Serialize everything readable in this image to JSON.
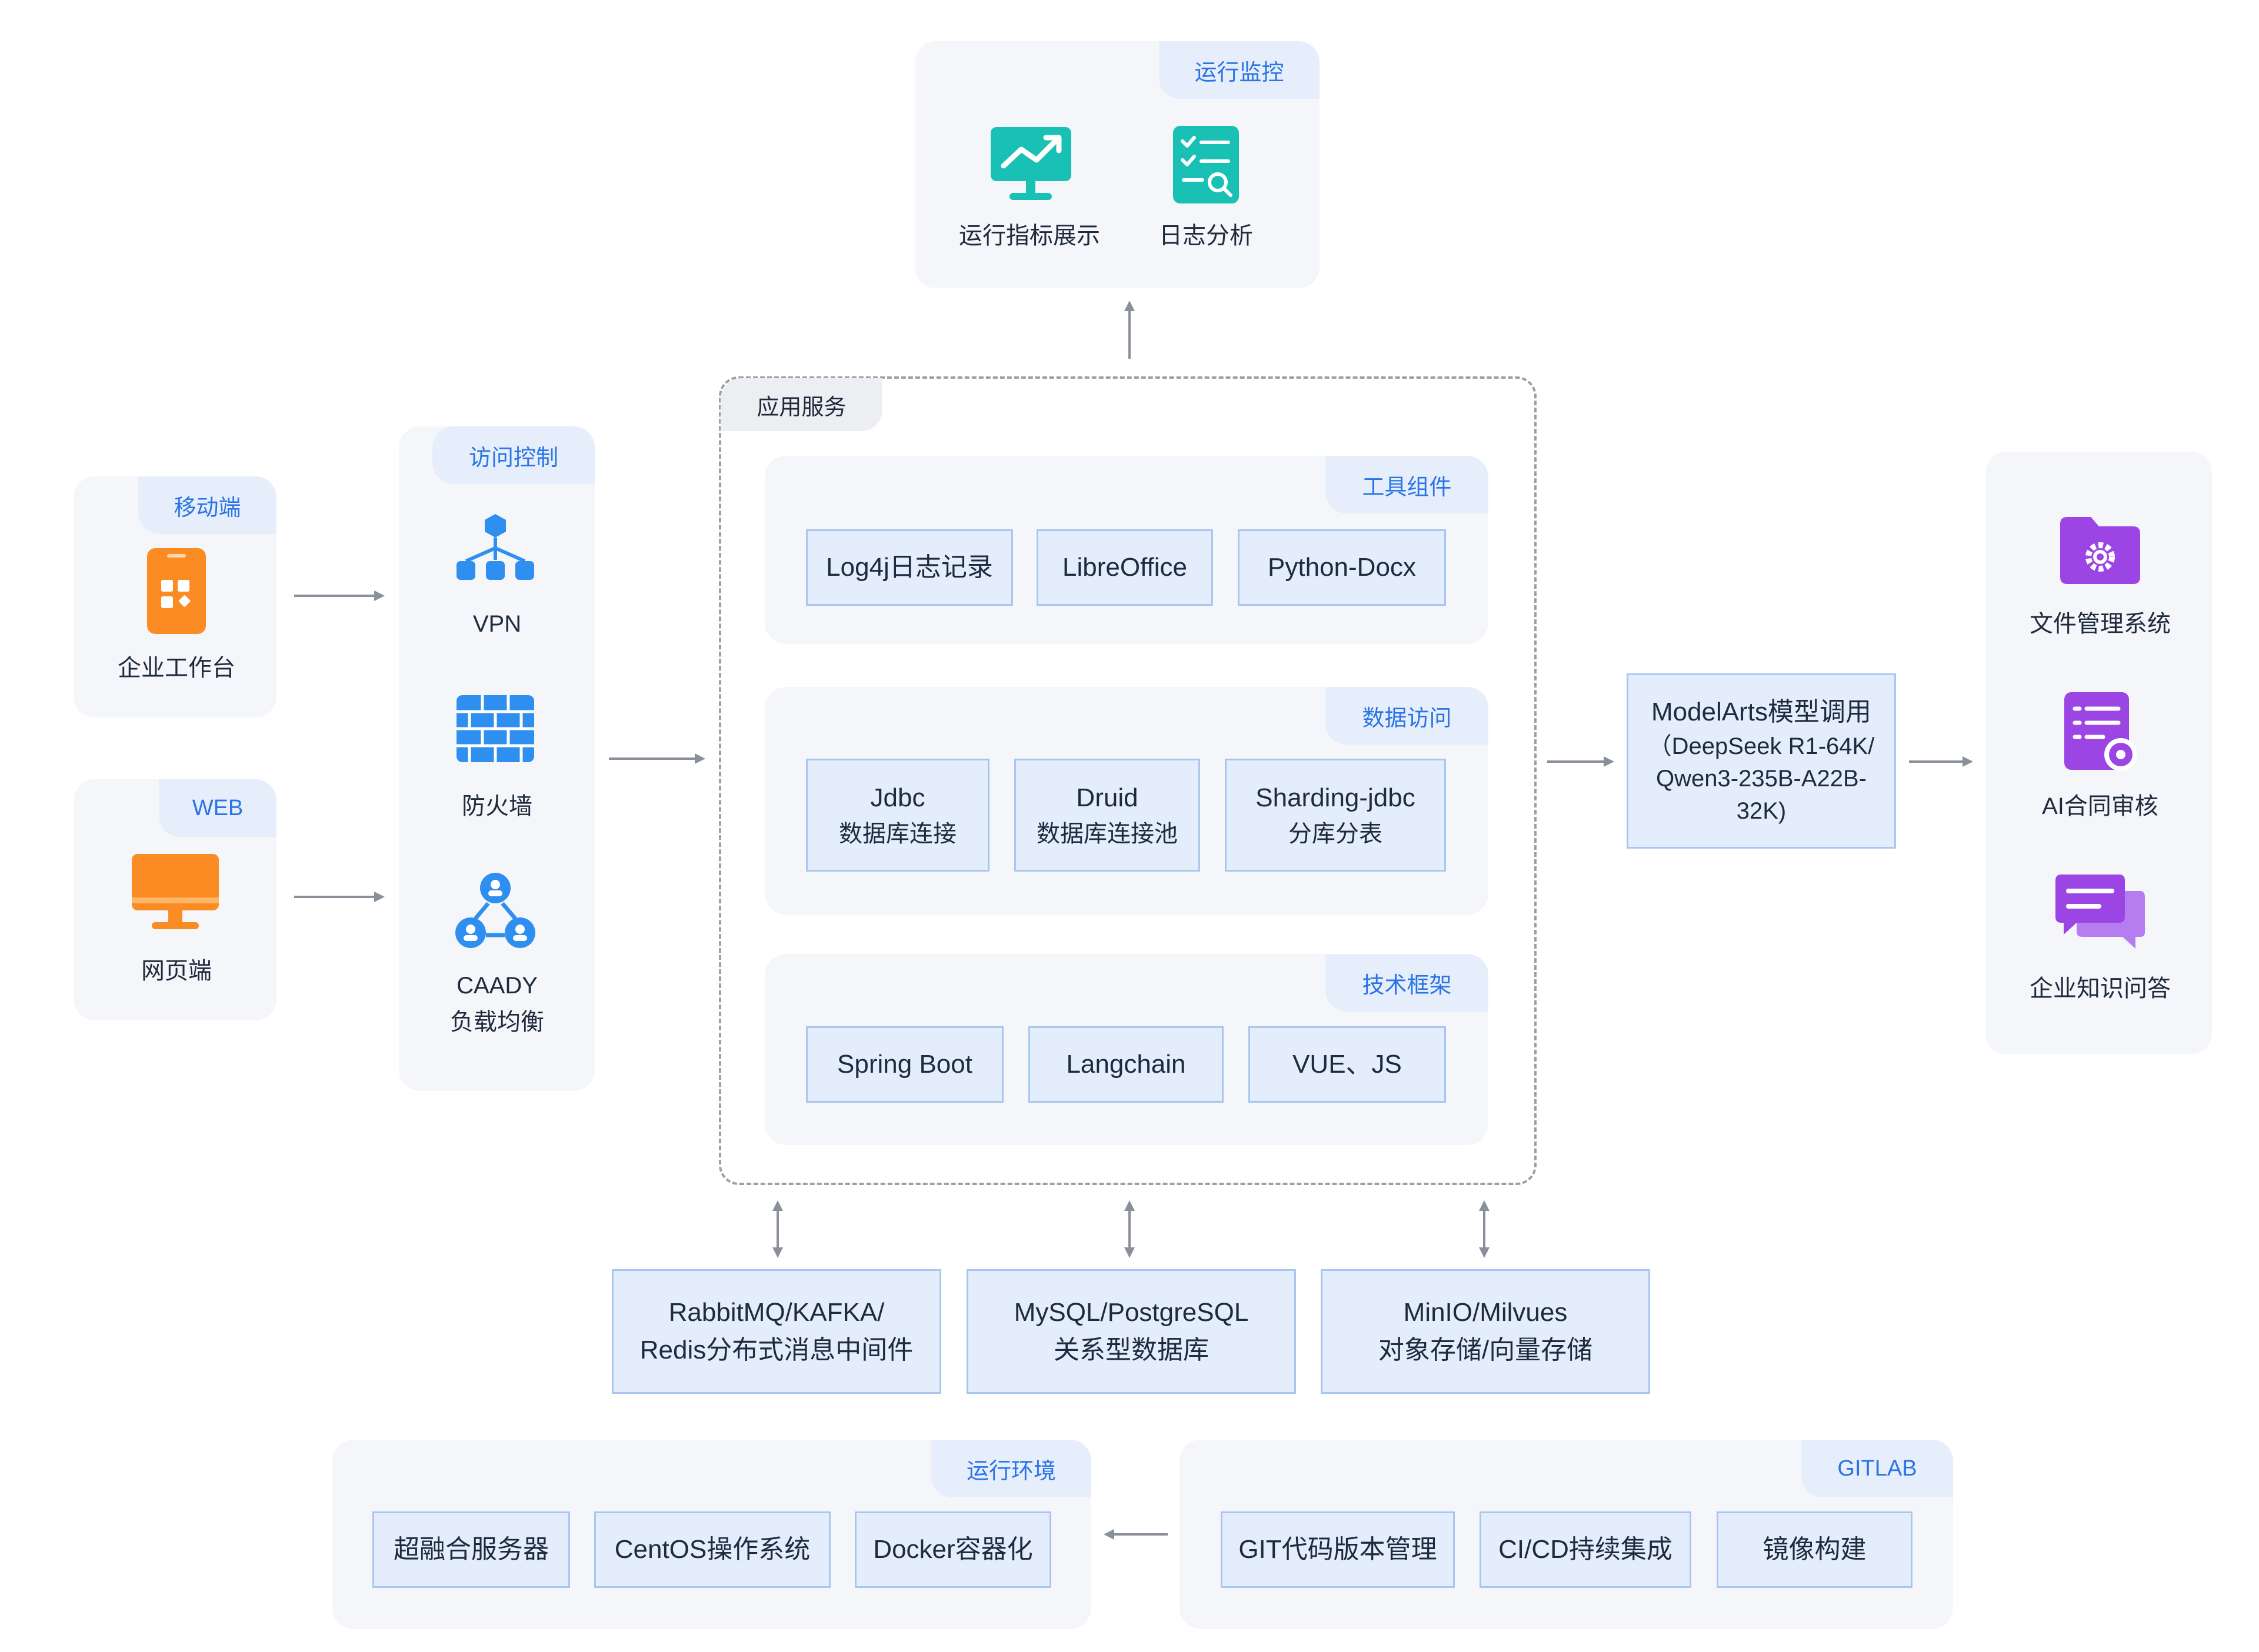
{
  "monitor": {
    "tag": "运行监控",
    "items": [
      {
        "label": "运行指标展示",
        "icon": "monitor-chart-icon"
      },
      {
        "label": "日志分析",
        "icon": "log-search-icon"
      }
    ]
  },
  "mobile": {
    "tag": "移动端",
    "label": "企业工作台",
    "icon": "mobile-app-icon"
  },
  "web": {
    "tag": "WEB",
    "label": "网页端",
    "icon": "desktop-icon"
  },
  "access": {
    "tag": "访问控制",
    "items": [
      {
        "label": "VPN",
        "icon": "network-icon"
      },
      {
        "label": "防火墙",
        "icon": "firewall-icon"
      },
      {
        "label1": "CAADY",
        "label2": "负载均衡",
        "icon": "load-balance-icon"
      }
    ]
  },
  "app": {
    "title": "应用服务",
    "tools": {
      "tag": "工具组件",
      "items": [
        "Log4j日志记录",
        "LibreOffice",
        "Python-Docx"
      ]
    },
    "data": {
      "tag": "数据访问",
      "items": [
        {
          "l1": "Jdbc",
          "l2": "数据库连接"
        },
        {
          "l1": "Druid",
          "l2": "数据库连接池"
        },
        {
          "l1": "Sharding-jdbc",
          "l2": "分库分表"
        }
      ]
    },
    "framework": {
      "tag": "技术框架",
      "items": [
        "Spring Boot",
        "Langchain",
        "VUE、JS"
      ]
    }
  },
  "model": {
    "l1": "ModelArts模型调用",
    "l2": "（DeepSeek R1-64K/",
    "l3": "Qwen3-235B-A22B-",
    "l4": "32K)"
  },
  "apps": {
    "items": [
      {
        "label": "文件管理系统",
        "icon": "folder-gear-icon"
      },
      {
        "label": "AI合同审核",
        "icon": "document-gear-icon"
      },
      {
        "label": "企业知识问答",
        "icon": "chat-icon"
      }
    ]
  },
  "storage": [
    {
      "l1": "RabbitMQ/KAFKA/",
      "l2": "Redis分布式消息中间件"
    },
    {
      "l1": "MySQL/PostgreSQL",
      "l2": "关系型数据库"
    },
    {
      "l1": "MinIO/Milvues",
      "l2": "对象存储/向量存储"
    }
  ],
  "runtime": {
    "tag": "运行环境",
    "items": [
      "超融合服务器",
      "CentOS操作系统",
      "Docker容器化"
    ]
  },
  "gitlab": {
    "tag": "GITLAB",
    "items": [
      "GIT代码版本管理",
      "CI/CD持续集成",
      "镜像构建"
    ]
  },
  "colors": {
    "accent": "#2a74e6",
    "boxFill": "#e4edfb",
    "boxBorder": "#a9c6ee",
    "teal": "#19c1b4",
    "blue": "#2f8ff0",
    "orange": "#fb8c24",
    "purple": "#9b45e4"
  }
}
